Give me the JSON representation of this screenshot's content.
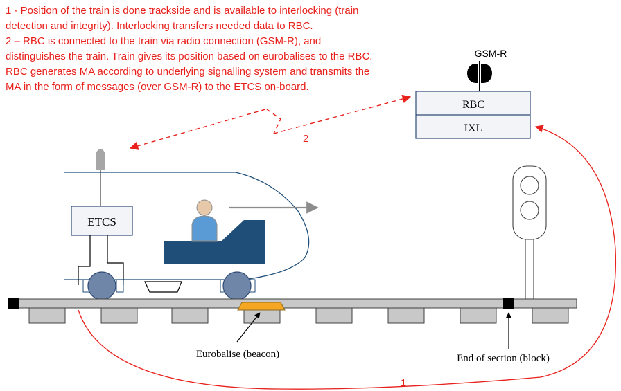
{
  "description_lines": [
    "1 - Position of the train is done trackside and is available to interlocking (train",
    "detection and integrity). Interlocking transfers needed data to RBC.",
    "2 – RBC is connected to the train via radio connection (GSM-R), and",
    "distinguishes the train. Train gives its position based on eurobalises  to the RBC.",
    "RBC generates MA according to underlying signalling system and transmits the",
    "MA in the form of messages (over GSM-R) to the ETCS on-board."
  ],
  "gsmr_label": "GSM-R",
  "rbc_label": "RBC",
  "ixl_label": "IXL",
  "etcs_label": "ETCS",
  "eurobalise_label": "Eurobalise (beacon)",
  "end_of_section_label": "End of section (block)",
  "marker_1": "1",
  "marker_2": "2",
  "colors": {
    "annotation_red": "#e8211c",
    "train_blue": "#1f4e79",
    "wheel_blue": "#6f86a8",
    "rail_grey": "#c8c8c8",
    "sleeper_grey": "#c8c8c8",
    "eurobalise_orange": "#f5a623",
    "box_fill": "#f2f4f8",
    "box_stroke": "#2e4a75"
  }
}
